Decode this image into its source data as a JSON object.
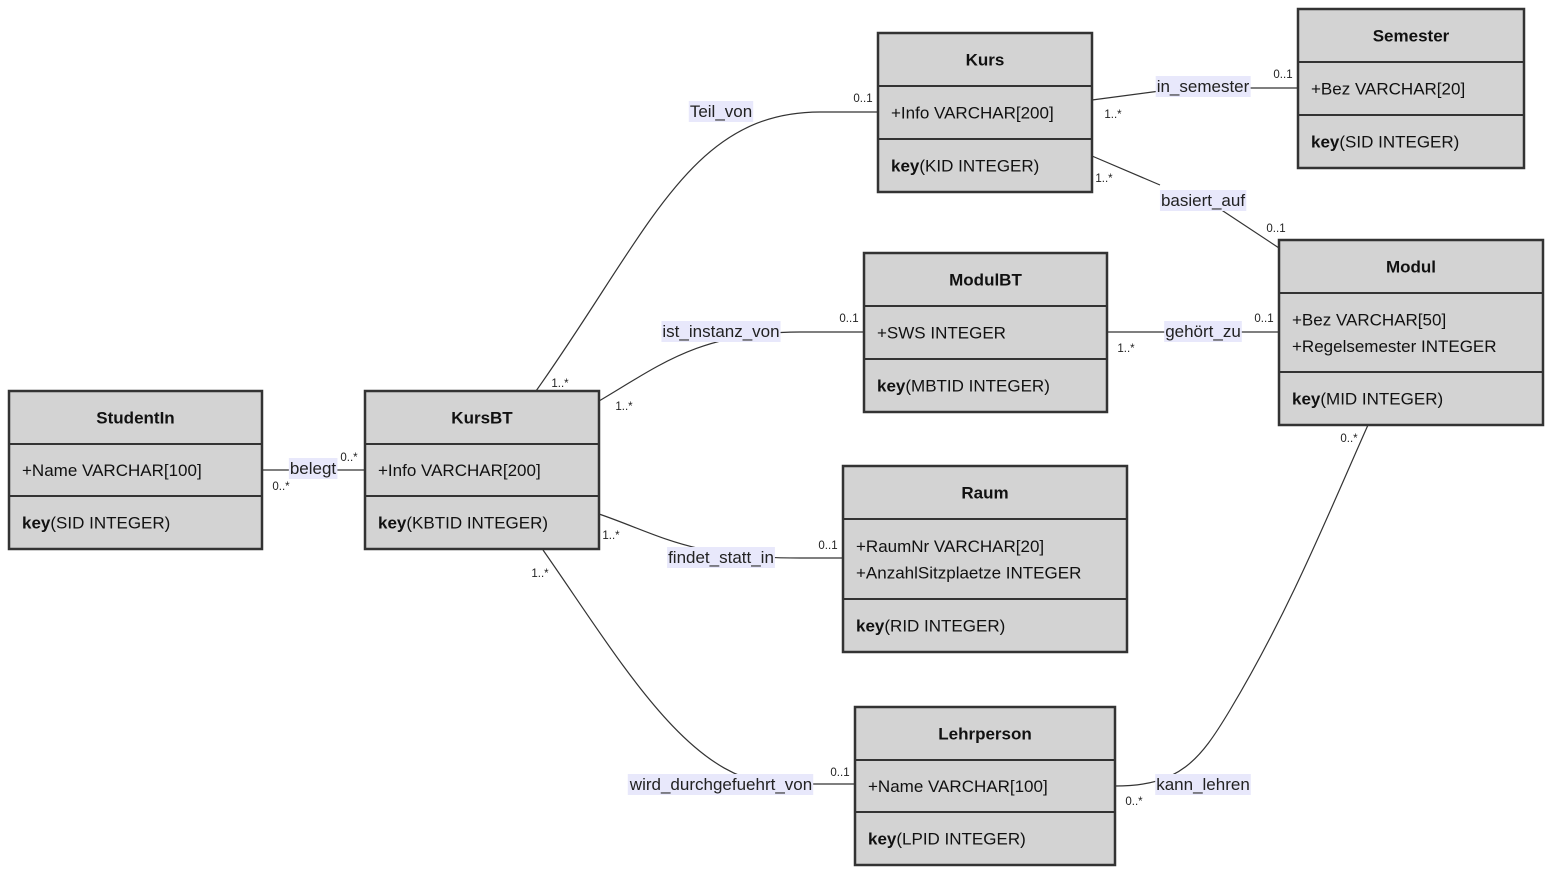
{
  "entities": [
    {
      "id": "studentin",
      "title": "StudentIn",
      "attrs": [
        "+Name VARCHAR[100]"
      ],
      "key_label": "key",
      "key_value": "(SID INTEGER)"
    },
    {
      "id": "kursbt",
      "title": "KursBT",
      "attrs": [
        "+Info VARCHAR[200]"
      ],
      "key_label": "key",
      "key_value": "(KBTID INTEGER)"
    },
    {
      "id": "kurs",
      "title": "Kurs",
      "attrs": [
        "+Info VARCHAR[200]"
      ],
      "key_label": "key",
      "key_value": "(KID INTEGER)"
    },
    {
      "id": "semester",
      "title": "Semester",
      "attrs": [
        "+Bez VARCHAR[20]"
      ],
      "key_label": "key",
      "key_value": "(SID INTEGER)"
    },
    {
      "id": "modulbt",
      "title": "ModulBT",
      "attrs": [
        "+SWS INTEGER"
      ],
      "key_label": "key",
      "key_value": "(MBTID INTEGER)"
    },
    {
      "id": "modul",
      "title": "Modul",
      "attrs": [
        "+Bez VARCHAR[50]",
        "+Regelsemester INTEGER"
      ],
      "key_label": "key",
      "key_value": "(MID INTEGER)"
    },
    {
      "id": "raum",
      "title": "Raum",
      "attrs": [
        "+RaumNr VARCHAR[20]",
        "+AnzahlSitzplaetze INTEGER"
      ],
      "key_label": "key",
      "key_value": "(RID INTEGER)"
    },
    {
      "id": "lehrperson",
      "title": "Lehrperson",
      "attrs": [
        "+Name VARCHAR[100]"
      ],
      "key_label": "key",
      "key_value": "(LPID INTEGER)"
    }
  ],
  "relations": [
    {
      "id": "belegt",
      "label": "belegt",
      "from": "studentin",
      "to": "kursbt",
      "card_from": "0..*",
      "card_to": "0..*"
    },
    {
      "id": "teil_von",
      "label": "Teil_von",
      "from": "kursbt",
      "to": "kurs",
      "card_from": "1..*",
      "card_to": "0..1"
    },
    {
      "id": "ist_instanz_von",
      "label": "ist_instanz_von",
      "from": "kursbt",
      "to": "modulbt",
      "card_from": "1..*",
      "card_to": "0..1"
    },
    {
      "id": "findet_statt_in",
      "label": "findet_statt_in",
      "from": "kursbt",
      "to": "raum",
      "card_from": "1..*",
      "card_to": "0..1"
    },
    {
      "id": "wird_durchgefuehrt_von",
      "label": "wird_durchgefuehrt_von",
      "from": "kursbt",
      "to": "lehrperson",
      "card_from": "1..*",
      "card_to": "0..1"
    },
    {
      "id": "in_semester",
      "label": "in_semester",
      "from": "kurs",
      "to": "semester",
      "card_from": "1..*",
      "card_to": "0..1"
    },
    {
      "id": "basiert_auf",
      "label": "basiert_auf",
      "from": "kurs",
      "to": "modul",
      "card_from": "1..*",
      "card_to": "0..1"
    },
    {
      "id": "gehoert_zu",
      "label": "gehört_zu",
      "from": "modulbt",
      "to": "modul",
      "card_from": "1..*",
      "card_to": "0..1"
    },
    {
      "id": "kann_lehren",
      "label": "kann_lehren",
      "from": "lehrperson",
      "to": "modul",
      "card_from": "0..*",
      "card_to": "0..*"
    }
  ]
}
